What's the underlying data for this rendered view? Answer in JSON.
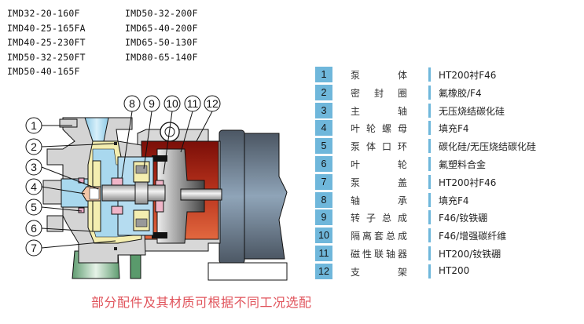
{
  "models": {
    "column1": [
      "IMD32-20-160F",
      "IMD40-25-165FA",
      "IMD40-25-230FT",
      "IMD50-32-250FT",
      "IMD50-40-165F"
    ],
    "column2": [
      "IMD50-32-200F",
      "IMD65-40-200F",
      "IMD65-50-130F",
      "IMD80-65-140F"
    ]
  },
  "parts": [
    {
      "num": "1",
      "name": [
        "泵",
        "体"
      ],
      "material": "HT200衬F46"
    },
    {
      "num": "2",
      "name": [
        "密",
        "封",
        "圈"
      ],
      "material": "氟橡胶/F4"
    },
    {
      "num": "3",
      "name": [
        "主",
        "轴"
      ],
      "material": "无压烧结碳化硅"
    },
    {
      "num": "4",
      "name": [
        "叶",
        "轮",
        "螺",
        "母"
      ],
      "material": "填充F4"
    },
    {
      "num": "5",
      "name": [
        "泵",
        "体",
        "口",
        "环"
      ],
      "material": "碳化硅/无压烧结碳化硅"
    },
    {
      "num": "6",
      "name": [
        "叶",
        "轮"
      ],
      "material": "氟塑料合金"
    },
    {
      "num": "7",
      "name": [
        "泵",
        "盖"
      ],
      "material": "HT200衬F46"
    },
    {
      "num": "8",
      "name": [
        "轴",
        "承"
      ],
      "material": "填充F4"
    },
    {
      "num": "9",
      "name": [
        "转",
        "子",
        "总",
        "成"
      ],
      "material": "F46/钕铁硼"
    },
    {
      "num": "10",
      "name": [
        "隔",
        "离",
        "套",
        "总",
        "成"
      ],
      "material": "F46/增强碳纤维"
    },
    {
      "num": "11",
      "name": [
        "磁",
        "性",
        "联",
        "轴",
        "器"
      ],
      "material": "HT200/钕铁硼"
    },
    {
      "num": "12",
      "name": [
        "支",
        "架"
      ],
      "material": "HT200"
    }
  ],
  "callouts": {
    "left": [
      "1",
      "2",
      "3",
      "4",
      "5",
      "6",
      "7"
    ],
    "top": [
      "8",
      "9",
      "10",
      "11",
      "12"
    ]
  },
  "note": "部分配件及其材质可根据不同工况选配",
  "colors": {
    "badge": "#6fb7db",
    "note": "#e0525a",
    "casing": "#d4d4d4",
    "fluid": "#a9d8ee",
    "liner": "#f4eeb0",
    "bracket_red": "#9b1a10",
    "motor": "#5f6b78",
    "base_green": "#7fb58c"
  }
}
